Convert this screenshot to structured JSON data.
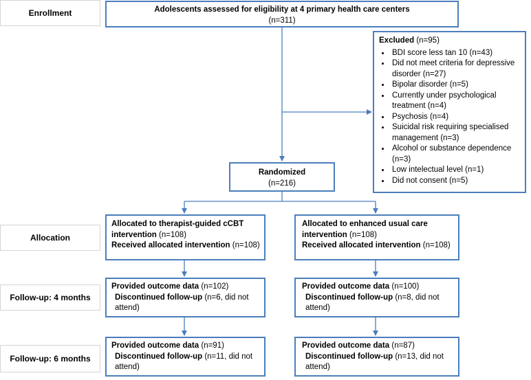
{
  "stages": {
    "enrollment": "Enrollment",
    "allocation": "Allocation",
    "followup4": "Follow-up: 4 months",
    "followup6": "Follow-up: 6 months"
  },
  "assessed": {
    "title": "Adolescents assessed for eligibility at 4 primary health care centers",
    "n": "(n=311)"
  },
  "excluded": {
    "title": "Excluded",
    "n": " (n=95)",
    "items": [
      "BDI score less tan 10 (n=43)",
      "Did not meet criteria for depressive disorder (n=27)",
      "Bipolar disorder (n=5)",
      "Currently under psychological treatment (n=4)",
      "Psychosis (n=4)",
      "Suicidal risk requiring specialised management (n=3)",
      "Alcohol or substance dependence (n=3)",
      "Low intelectual level (n=1)",
      "Did not consent (n=5)"
    ]
  },
  "randomized": {
    "title": "Randomized",
    "n": "(n=216)"
  },
  "arms": {
    "ccbt": {
      "alloc_title": "Allocated to therapist-guided cCBT intervention",
      "alloc_n": " (n=108)",
      "received_title": "Received allocated intervention",
      "received_n": " (n=108)",
      "fu4_provided": "Provided outcome data",
      "fu4_provided_n": " (n=102)",
      "fu4_disc": "Discontinued follow-up",
      "fu4_disc_n": " (n=6, did not attend)",
      "fu6_provided": "Provided outcome data",
      "fu6_provided_n": " (n=91)",
      "fu6_disc": "Discontinued follow-up",
      "fu6_disc_n": " (n=11, did not attend)"
    },
    "euc": {
      "alloc_title": "Allocated to enhanced usual care intervention",
      "alloc_n": " (n=108)",
      "received_title": "Received allocated intervention",
      "received_n": " (n=108)",
      "fu4_provided": "Provided outcome data",
      "fu4_provided_n": " (n=100)",
      "fu4_disc": "Discontinued follow-up",
      "fu4_disc_n": " (n=8, did not attend)",
      "fu6_provided": "Provided outcome data",
      "fu6_provided_n": " (n=87)",
      "fu6_disc": "Discontinued follow-up",
      "fu6_disc_n": " (n=13, did not attend)"
    }
  },
  "colors": {
    "box_border": "#4a7ebb",
    "arrow": "#4a7ebb",
    "stage_border": "#d4d4d4"
  }
}
